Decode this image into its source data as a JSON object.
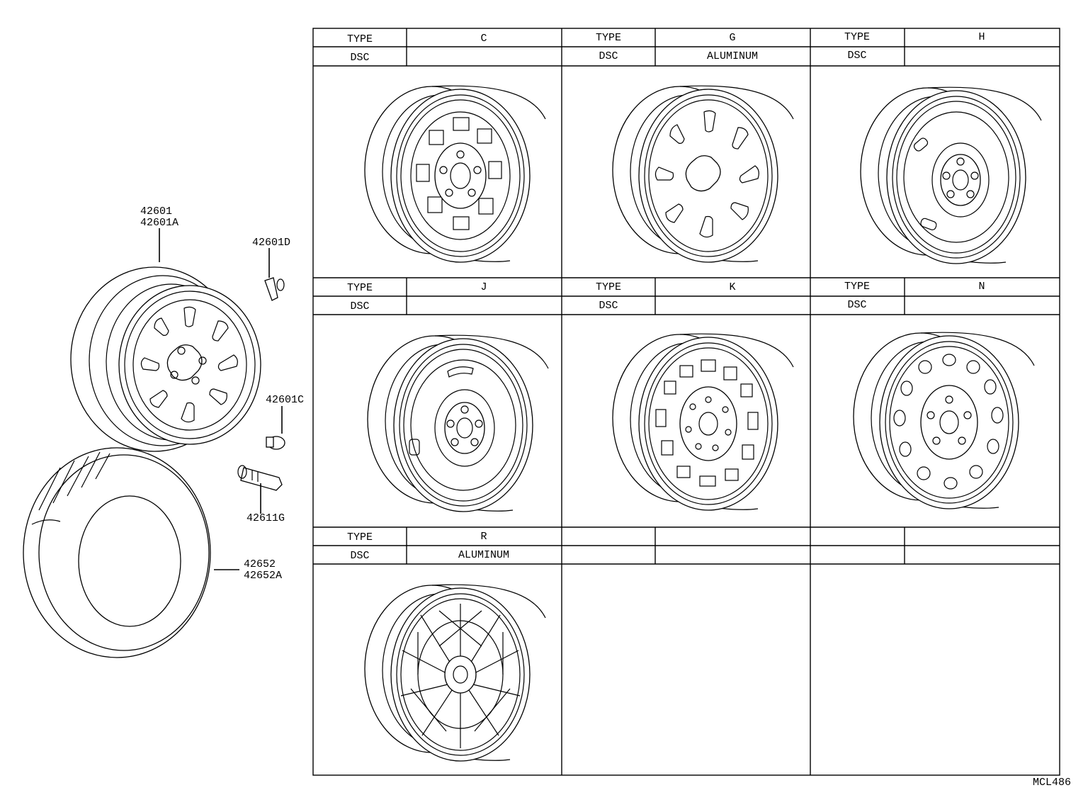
{
  "parts": {
    "wheel": [
      "42601",
      "42601A"
    ],
    "cap_d": "42601D",
    "cap_c": "42601C",
    "valve": "42611G",
    "tire": [
      "42652",
      "42652A"
    ]
  },
  "table": {
    "type_label": "TYPE",
    "dsc_label": "DSC",
    "rows": [
      [
        {
          "type": "C",
          "dsc": ""
        },
        {
          "type": "G",
          "dsc": "ALUMINUM"
        },
        {
          "type": "H",
          "dsc": ""
        }
      ],
      [
        {
          "type": "J",
          "dsc": ""
        },
        {
          "type": "K",
          "dsc": ""
        },
        {
          "type": "N",
          "dsc": ""
        }
      ],
      [
        {
          "type": "R",
          "dsc": "ALUMINUM"
        },
        {
          "type": "",
          "dsc": ""
        },
        {
          "type": "",
          "dsc": ""
        }
      ]
    ]
  },
  "drawing_code": "MCL486",
  "icons": [
    "wheel-icon",
    "tire-icon",
    "valve-stem-icon",
    "wheel-cap-icon"
  ]
}
